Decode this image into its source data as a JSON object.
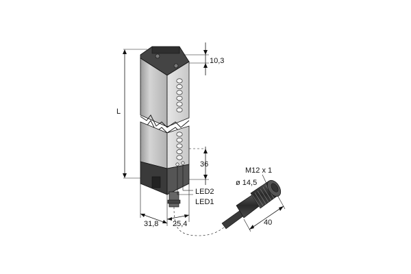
{
  "labels": {
    "length": "L",
    "top_height": "10,3",
    "lower_height": "36",
    "depth": "31,8",
    "width": "25,4",
    "led2": "LED2",
    "led1": "LED1",
    "thread": "M12 x 1",
    "connector_diameter": "ø 14,5",
    "connector_length": "40"
  },
  "colors": {
    "housing_light": "#d9d9d9",
    "housing_mid": "#bdbdbd",
    "housing_dark": "#8e8e8e",
    "cap_dark": "#3a3a3a",
    "outline": "#111111"
  }
}
